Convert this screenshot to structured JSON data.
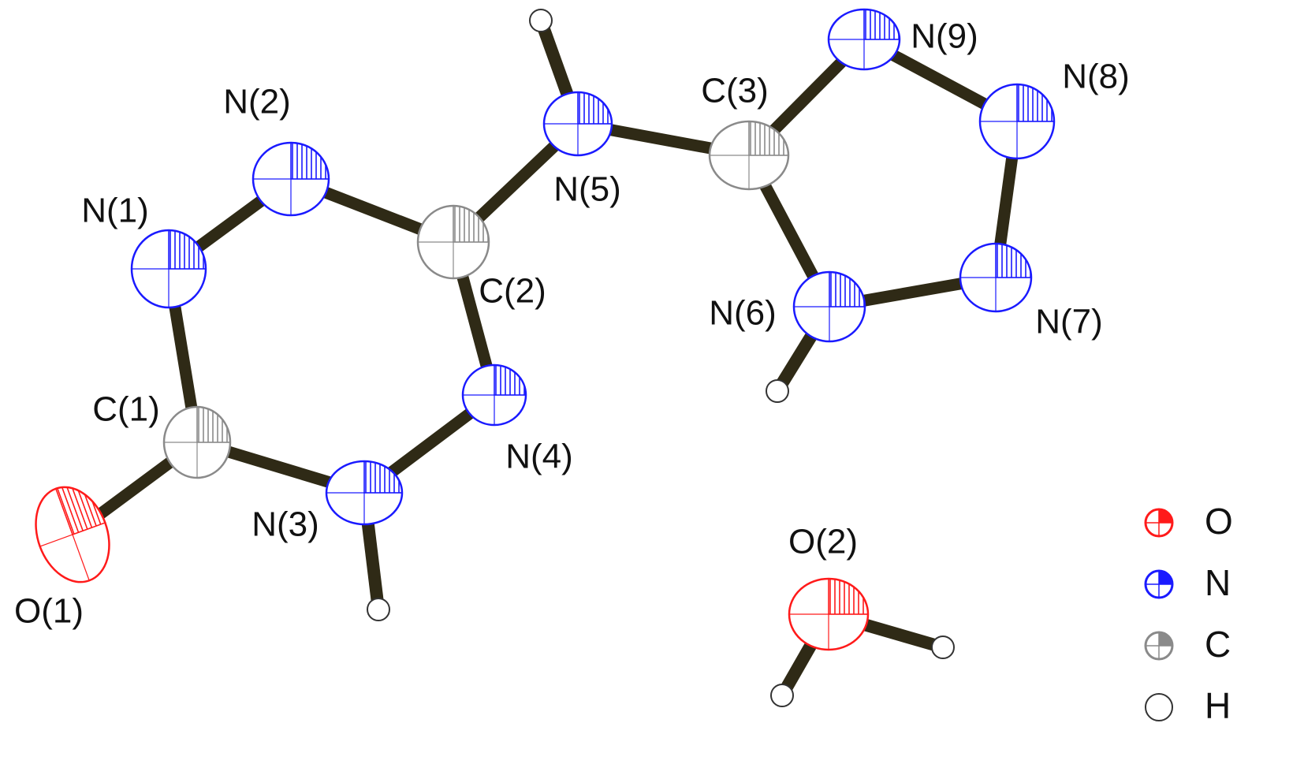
{
  "colors": {
    "O": "#ff1a1a",
    "N": "#1a1aff",
    "C": "#8a8a8a",
    "H": "#333333",
    "bond": "#2f2a16"
  },
  "atoms": [
    {
      "id": "O1",
      "label": "O(1)",
      "element": "O"
    },
    {
      "id": "C1",
      "label": "C(1)",
      "element": "C"
    },
    {
      "id": "N1",
      "label": "N(1)",
      "element": "N"
    },
    {
      "id": "N2",
      "label": "N(2)",
      "element": "N"
    },
    {
      "id": "C2",
      "label": "C(2)",
      "element": "C"
    },
    {
      "id": "N3",
      "label": "N(3)",
      "element": "N"
    },
    {
      "id": "N4",
      "label": "N(4)",
      "element": "N"
    },
    {
      "id": "N5",
      "label": "N(5)",
      "element": "N"
    },
    {
      "id": "C3",
      "label": "C(3)",
      "element": "C"
    },
    {
      "id": "N6",
      "label": "N(6)",
      "element": "N"
    },
    {
      "id": "N7",
      "label": "N(7)",
      "element": "N"
    },
    {
      "id": "N8",
      "label": "N(8)",
      "element": "N"
    },
    {
      "id": "N9",
      "label": "N(9)",
      "element": "N"
    },
    {
      "id": "O2",
      "label": "O(2)",
      "element": "O"
    },
    {
      "id": "H5",
      "label": "",
      "element": "H"
    },
    {
      "id": "H3",
      "label": "",
      "element": "H"
    },
    {
      "id": "H6",
      "label": "",
      "element": "H"
    },
    {
      "id": "H2a",
      "label": "",
      "element": "H"
    },
    {
      "id": "H2b",
      "label": "",
      "element": "H"
    }
  ],
  "bonds": [
    [
      "O1",
      "C1"
    ],
    [
      "C1",
      "N1"
    ],
    [
      "N1",
      "N2"
    ],
    [
      "N2",
      "C2"
    ],
    [
      "C1",
      "N3"
    ],
    [
      "N3",
      "N4"
    ],
    [
      "N4",
      "C2"
    ],
    [
      "C2",
      "N5"
    ],
    [
      "N5",
      "C3"
    ],
    [
      "C3",
      "N9"
    ],
    [
      "N9",
      "N8"
    ],
    [
      "N8",
      "N7"
    ],
    [
      "N7",
      "N6"
    ],
    [
      "N6",
      "C3"
    ],
    [
      "N5",
      "H5"
    ],
    [
      "N3",
      "H3"
    ],
    [
      "N6",
      "H6"
    ],
    [
      "O2",
      "H2a"
    ],
    [
      "O2",
      "H2b"
    ]
  ],
  "legend": [
    {
      "element": "O",
      "label": "O"
    },
    {
      "element": "N",
      "label": "N"
    },
    {
      "element": "C",
      "label": "C"
    },
    {
      "element": "H",
      "label": "H"
    }
  ]
}
